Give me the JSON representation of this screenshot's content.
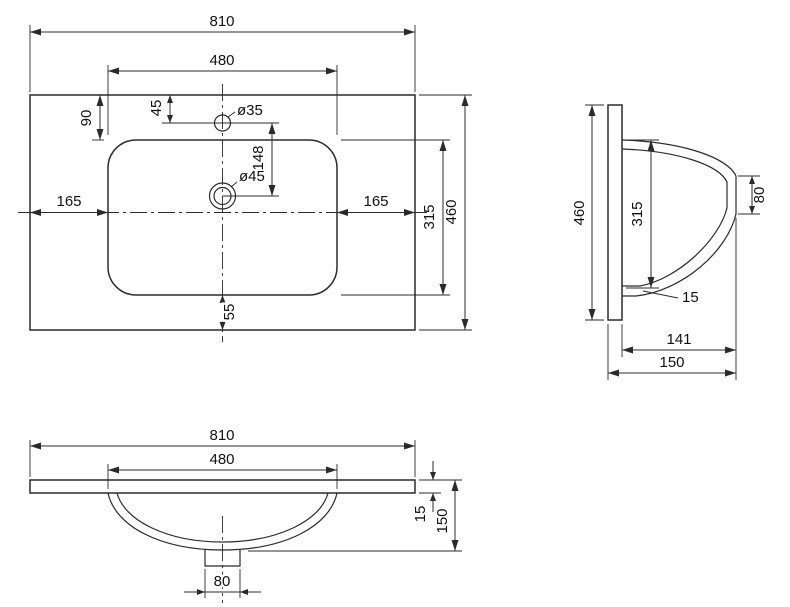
{
  "drawing": {
    "kind": "washbasin-dimension-drawing",
    "colors": {
      "ink": "#2b2b2b",
      "background": "#ffffff"
    },
    "views": {
      "top": {
        "outer_width": "810",
        "basin_width": "480",
        "faucet_hole_dia": "ø35",
        "rear_to_basin": "90",
        "rear_to_faucet": "45",
        "faucet_to_drain": "148",
        "drain_hole_dia": "ø45",
        "left_margin": "165",
        "right_margin": "165",
        "basin_depth": "315",
        "outer_depth": "460",
        "front_margin": "55"
      },
      "side": {
        "outer_depth": "460",
        "basin_depth": "315",
        "drain_flat": "80",
        "lip_thickness": "15",
        "bowl_height": "141",
        "total_height": "150"
      },
      "front": {
        "outer_width": "810",
        "basin_width": "480",
        "slab_thickness": "15",
        "total_height": "150",
        "drain_width": "80"
      }
    }
  }
}
